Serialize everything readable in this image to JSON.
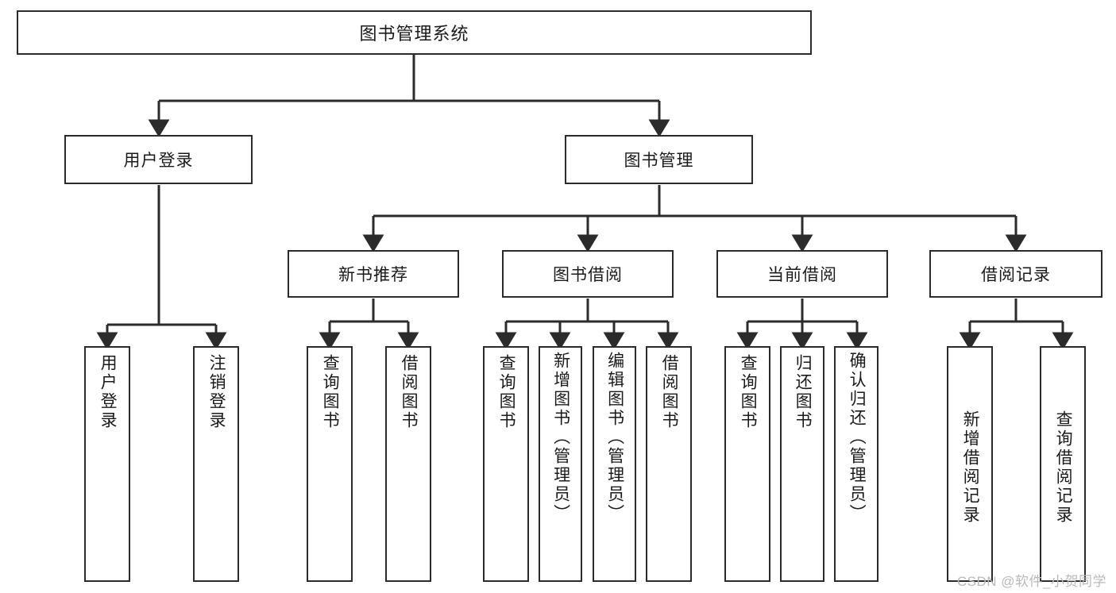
{
  "diagram": {
    "title": "图书管理系统",
    "type": "hierarchy-tree",
    "root": {
      "label": "图书管理系统"
    },
    "level1": [
      {
        "label": "用户登录"
      },
      {
        "label": "图书管理"
      }
    ],
    "level2": [
      {
        "label": "新书推荐",
        "parent": "图书管理"
      },
      {
        "label": "图书借阅",
        "parent": "图书管理"
      },
      {
        "label": "当前借阅",
        "parent": "图书管理"
      },
      {
        "label": "借阅记录",
        "parent": "图书管理"
      }
    ],
    "leaves": {
      "user_login": [
        {
          "label": "用户登录"
        },
        {
          "label": "注销登录"
        }
      ],
      "new_book_recommend": [
        {
          "label": "查询图书"
        },
        {
          "label": "借阅图书"
        }
      ],
      "book_borrow": [
        {
          "label": "查询图书"
        },
        {
          "label": "新增图书（管理员）"
        },
        {
          "label": "编辑图书（管理员）"
        },
        {
          "label": "借阅图书"
        }
      ],
      "current_borrow": [
        {
          "label": "查询图书"
        },
        {
          "label": "归还图书"
        },
        {
          "label": "确认归还（管理员）"
        }
      ],
      "borrow_record": [
        {
          "label": "新增借阅记录"
        },
        {
          "label": "查询借阅记录"
        }
      ]
    }
  },
  "watermark": {
    "text": "CSDN @软件_小贺同学"
  },
  "colors": {
    "stroke": "#2b2b2b",
    "background": "#ffffff",
    "text": "#1a1a1a",
    "watermark": "#b9b9b9"
  }
}
